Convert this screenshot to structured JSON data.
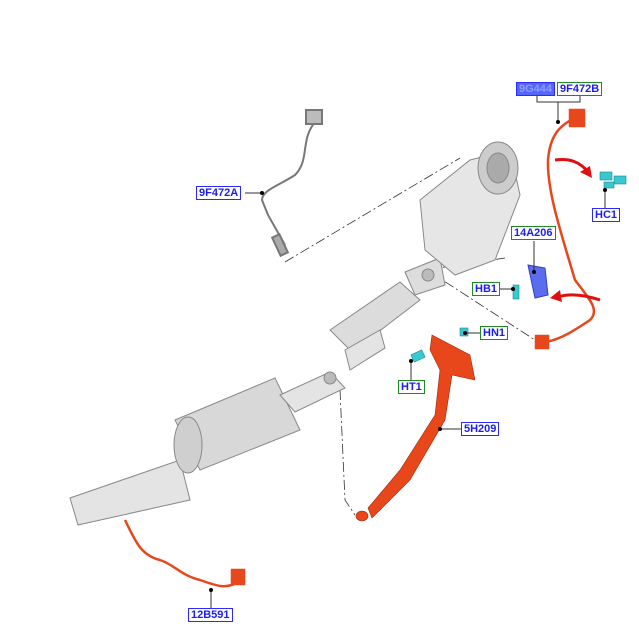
{
  "labels": {
    "l9G444": "9G444",
    "l9F472B": "9F472B",
    "l9F472A": "9F472A",
    "lHC1": "HC1",
    "l14A206": "14A206",
    "lHB1": "HB1",
    "lHN1": "HN1",
    "lHT1": "HT1",
    "l5H209": "5H209",
    "l12B591": "12B591"
  },
  "colors": {
    "part_highlight": "#e8471c",
    "clip": "#38c8d0",
    "bracket": "#5a6cf0",
    "label_text": "#1c1cf0",
    "label_border_blue": "#2b2bff",
    "label_border_green": "#1f8a1f"
  }
}
